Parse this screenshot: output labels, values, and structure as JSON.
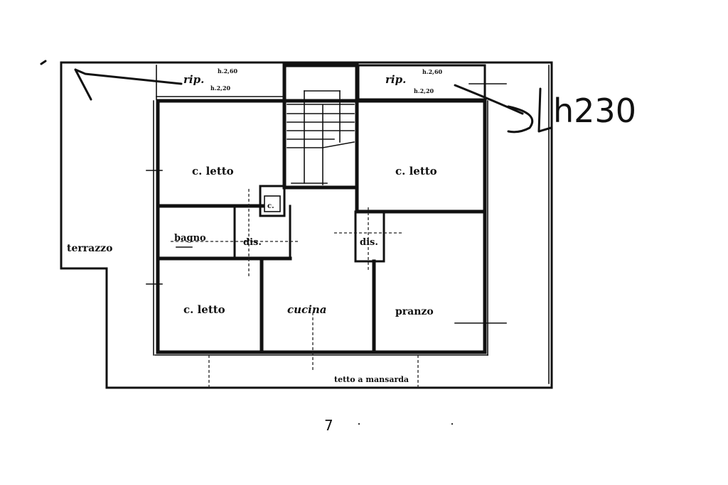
{
  "diagram": {
    "type": "floor-plan",
    "rooms": [
      {
        "id": "camera-letto-1",
        "label": "c. letto"
      },
      {
        "id": "camera-letto-2",
        "label": "c. letto"
      },
      {
        "id": "camera-letto-3",
        "label": "c. letto"
      },
      {
        "id": "bagno",
        "label": "bagno"
      },
      {
        "id": "disimpegno-1",
        "label": "dis."
      },
      {
        "id": "disimpegno-2",
        "label": "dis."
      },
      {
        "id": "cucina",
        "label": "cucina"
      },
      {
        "id": "pranzo",
        "label": "pranzo"
      },
      {
        "id": "terrazzo",
        "label": "terrazzo"
      },
      {
        "id": "ripostiglio-1",
        "label": "rip.",
        "height_note_top": "h.2,60",
        "height_note_bottom": "h.2,20"
      },
      {
        "id": "ripostiglio-2",
        "label": "rip.",
        "height_note_top": "h.2,60",
        "height_note_bottom": "h.2,20"
      },
      {
        "id": "wc",
        "label": "c."
      },
      {
        "id": "tettoia",
        "label": "tetto a mansarda"
      }
    ],
    "annotations": {
      "handwritten_height": "h230",
      "bottom_mark": "7"
    }
  }
}
